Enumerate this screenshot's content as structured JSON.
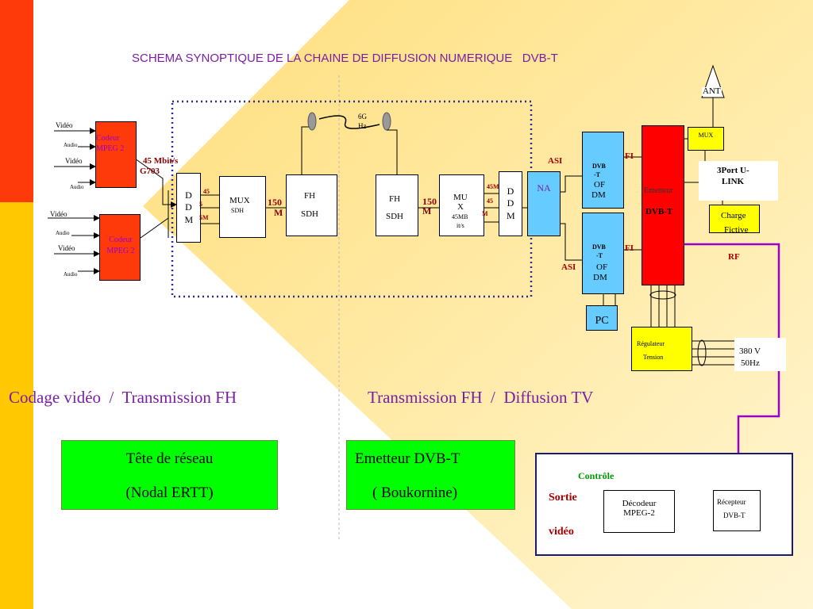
{
  "title": "SCHEMA SYNOPTIQUE DE LA CHAINE DE DIFFUSION NUMERIQUE   DVB-T",
  "colors": {
    "left_bar_top": "#ff3a0a",
    "left_bar_bottom": "#ffc800",
    "background_shape": "#ffe48a",
    "title": "#7a1fa2",
    "coder_fill": "#ff3a0a",
    "dvb_fill": "#66ccff",
    "emitter_fill": "#ff0000",
    "mux_fill": "#ffff00",
    "box_green": "#00ff00",
    "section_label": "#7a1fa2",
    "purple_line": "#9900cc"
  },
  "coders": [
    {
      "label": "Codeur MPEG 2",
      "inputs": [
        "Vidéo",
        "Audio",
        "Vidéo",
        "Audio"
      ]
    },
    {
      "label": "Codeur MPEG 2",
      "inputs": [
        "Vidéo",
        "Audio",
        "Vidéo",
        "Audio"
      ]
    }
  ],
  "link_rate": "45 Mbit/s",
  "link_std": "G703",
  "left_ddm": "D D M",
  "left_ddm_rates": [
    "45",
    "5",
    "5M"
  ],
  "mux_sdh_left": {
    "title": "MUX",
    "sub": "SDH"
  },
  "rate_150_left": "150",
  "rate_150_left_unit": "M",
  "fh_sdh_left": {
    "title": "FH",
    "sub": "SDH"
  },
  "microwave": {
    "freq": "6G",
    "unit": "Hz"
  },
  "fh_sdh_right": {
    "title": "FH",
    "sub": "SDH"
  },
  "rate_150_right": "150",
  "rate_150_right_unit": "M",
  "mux_right": {
    "title": "MU",
    "title2": "X",
    "sub": "45MB",
    "sub2": "it/s"
  },
  "right_ddm_rates": [
    "45M",
    "45",
    "M"
  ],
  "right_ddm": "D D M",
  "na": "NA",
  "asi_top": "ASI",
  "asi_bottom": "ASI",
  "dvb_top": {
    "l1": "DVB",
    "l2": "-T",
    "l3": "OF",
    "l4": "DM"
  },
  "dvb_bottom": {
    "l1": "DVB",
    "l2": "-T",
    "l3": "OF",
    "l4": "DM"
  },
  "fi_top": "FI",
  "fi_bottom": "FI",
  "pc": "PC",
  "emitter": {
    "l1": "Emetteur",
    "l2": "DVB-T"
  },
  "ant": "ANT",
  "mux_small": "MUX",
  "port_3": "3Port U-",
  "link_label": "LINK",
  "charge": {
    "l1": "Charge",
    "l2": "Fictive"
  },
  "rf": "RF",
  "regulator": {
    "l1": "Régulateur",
    "l2": "Tension"
  },
  "power": {
    "l1": "380 V",
    "l2": "50Hz"
  },
  "section_left": "Codage vidéo  /  Transmission FH",
  "section_right": "Transmission FH  /  Diffusion TV",
  "green_left": {
    "l1": "Tête de réseau",
    "l2": "(Nodal ERTT)"
  },
  "green_right": {
    "l1": "Emetteur DVB-T",
    "l2": "( Boukornine)"
  },
  "control": {
    "title": "Contrôle",
    "output_l1": "Sortie",
    "output_l2": "vidéo",
    "decoder_l1": "Décodeur",
    "decoder_l2": "MPEG-2",
    "receiver_l1": "Récepteur",
    "receiver_l2": "DVB-T"
  }
}
